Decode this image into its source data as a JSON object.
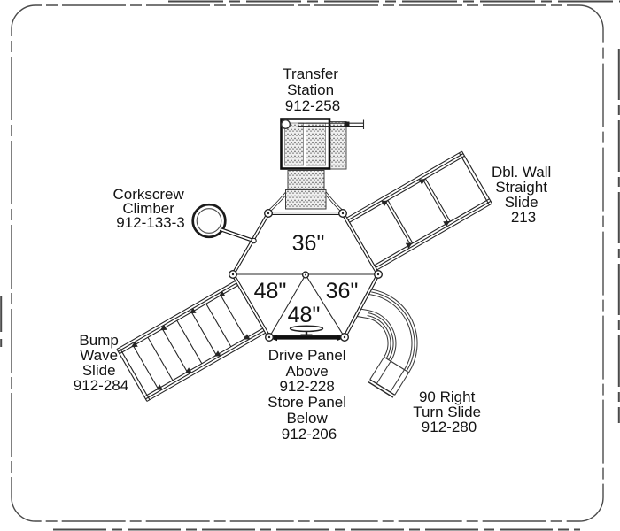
{
  "page": {
    "background": "#ffffff",
    "border_color": "#4a4a4a",
    "line_color": "#1a1a1a"
  },
  "components": {
    "transfer_station": {
      "label_lines": [
        "Transfer",
        "Station",
        "912-258"
      ]
    },
    "dbl_wall_straight_slide": {
      "label_lines": [
        "Dbl. Wall",
        "Straight",
        "Slide",
        "213"
      ]
    },
    "corkscrew_climber": {
      "label_lines": [
        "Corkscrew",
        "Climber",
        "912-133-3"
      ]
    },
    "panels": {
      "label_lines": [
        "Drive Panel",
        "Above",
        "912-228",
        "Store Panel",
        "Below",
        "912-206"
      ]
    },
    "bump_wave_slide": {
      "label_lines": [
        "Bump",
        "Wave",
        "Slide",
        "912-284"
      ]
    },
    "turn_slide_90_right": {
      "label_lines": [
        "90 Right",
        "Turn Slide",
        "912-280"
      ]
    }
  },
  "deck_dimensions": {
    "top": "36\"",
    "left": "48\"",
    "right": "36\"",
    "center": "48\""
  }
}
